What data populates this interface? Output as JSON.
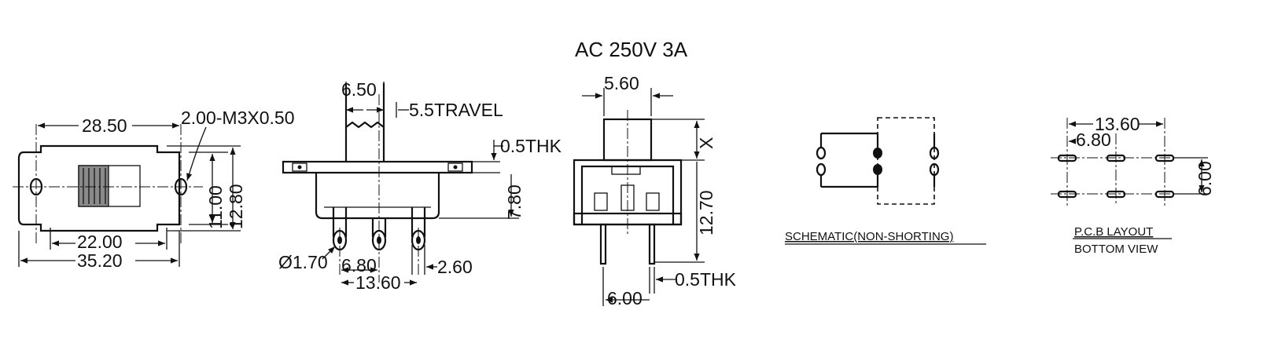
{
  "rating": "AC 250V 3A",
  "front_view": {
    "width_holes": "28.50",
    "mount_hole": "2.00-M3X0.50",
    "height_inner": "11.00",
    "height_outer": "12.80",
    "width_inner": "22.00",
    "width_outer": "35.20"
  },
  "side_view": {
    "actuator_width": "6.50",
    "travel": "5.5TRAVEL",
    "plate_thk": "0.5THK",
    "body_height": "7.80",
    "pin_hole": "Ø1.70",
    "pin_pitch": "6.80",
    "pin_span": "13.60",
    "pin_width": "2.60"
  },
  "end_view": {
    "actuator_width": "5.60",
    "actuator_height": "X",
    "body_height": "12.70",
    "pin_thk": "0.5THK",
    "pin_spacing": "6.00"
  },
  "schematic": {
    "label": "SCHEMATIC(NON-SHORTING)"
  },
  "pcb_layout": {
    "span": "13.60",
    "pitch": "6.80",
    "row_spacing": "6.00",
    "label_line1": "P.C.B LAYOUT",
    "label_line2": "BOTTOM VIEW"
  }
}
